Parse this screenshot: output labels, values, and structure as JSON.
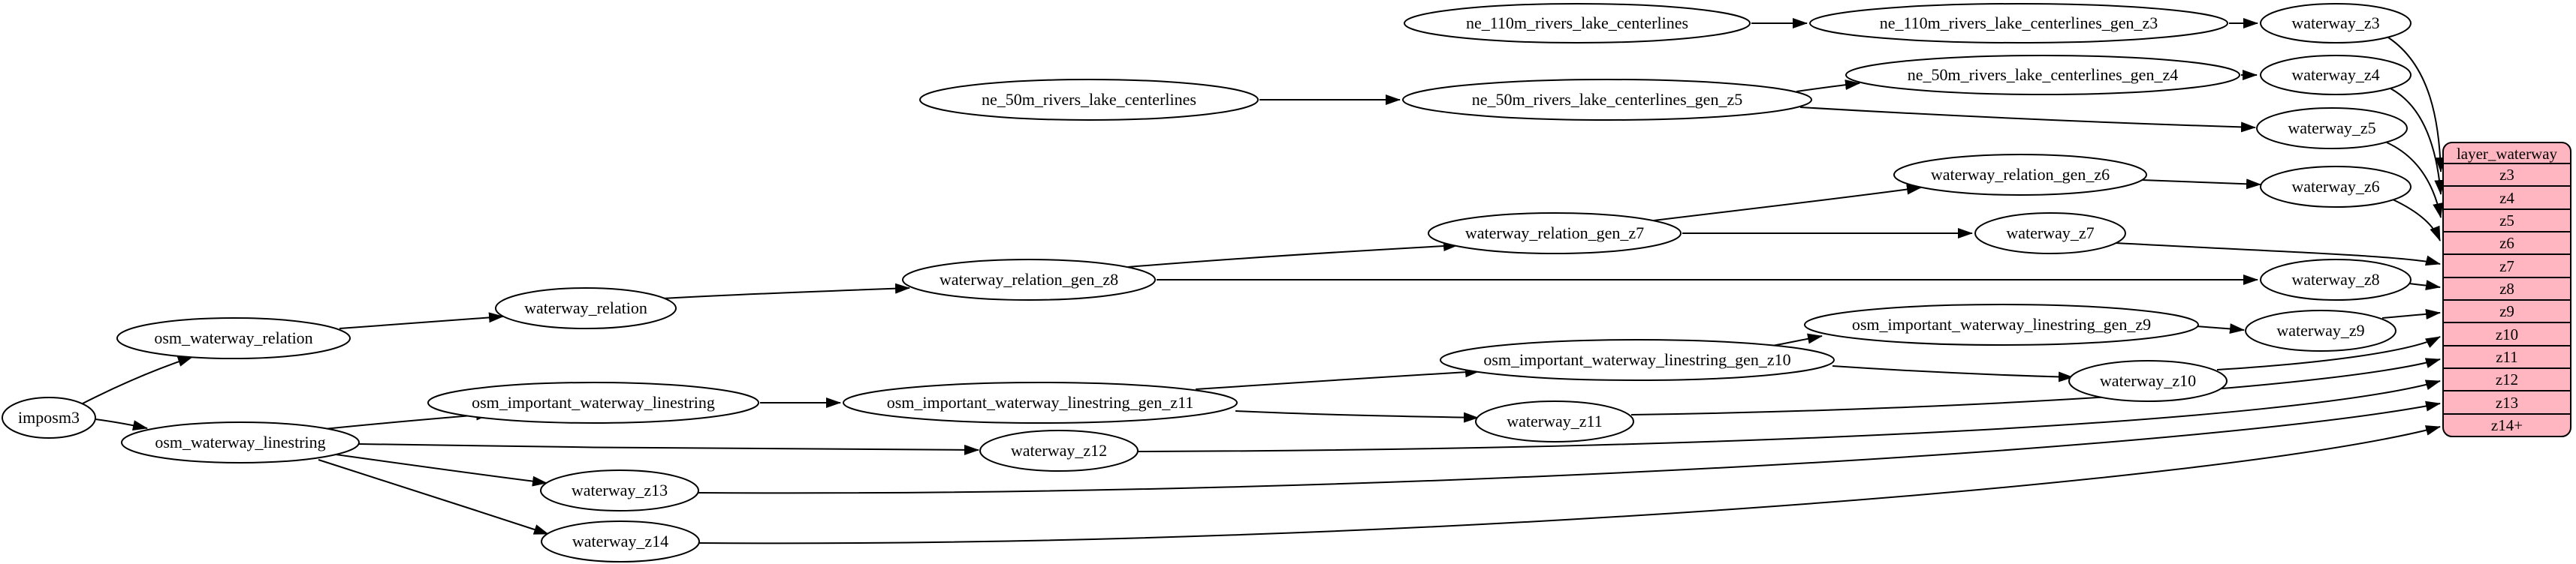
{
  "diagram": {
    "type": "dependency-graph",
    "background": "#ffffff",
    "colors": {
      "node_fill": "#ffffff",
      "node_stroke": "#000000",
      "edge_stroke": "#000000",
      "record_fill": "#ffb6c1"
    }
  },
  "nodes": {
    "imposm3": {
      "label": "imposm3"
    },
    "osm_waterway_relation": {
      "label": "osm_waterway_relation"
    },
    "osm_waterway_linestring": {
      "label": "osm_waterway_linestring"
    },
    "waterway_relation": {
      "label": "waterway_relation"
    },
    "waterway_relation_gen_z8": {
      "label": "waterway_relation_gen_z8"
    },
    "waterway_relation_gen_z7": {
      "label": "waterway_relation_gen_z7"
    },
    "waterway_relation_gen_z6": {
      "label": "waterway_relation_gen_z6"
    },
    "osm_important_waterway_linestring": {
      "label": "osm_important_waterway_linestring"
    },
    "osm_important_waterway_linestring_gen_z11": {
      "label": "osm_important_waterway_linestring_gen_z11"
    },
    "osm_important_waterway_linestring_gen_z10": {
      "label": "osm_important_waterway_linestring_gen_z10"
    },
    "osm_important_waterway_linestring_gen_z9": {
      "label": "osm_important_waterway_linestring_gen_z9"
    },
    "ne_110m_rivers_lake_centerlines": {
      "label": "ne_110m_rivers_lake_centerlines"
    },
    "ne_110m_rivers_lake_centerlines_gen_z3": {
      "label": "ne_110m_rivers_lake_centerlines_gen_z3"
    },
    "ne_50m_rivers_lake_centerlines": {
      "label": "ne_50m_rivers_lake_centerlines"
    },
    "ne_50m_rivers_lake_centerlines_gen_z5": {
      "label": "ne_50m_rivers_lake_centerlines_gen_z5"
    },
    "ne_50m_rivers_lake_centerlines_gen_z4": {
      "label": "ne_50m_rivers_lake_centerlines_gen_z4"
    },
    "waterway_z3": {
      "label": "waterway_z3"
    },
    "waterway_z4": {
      "label": "waterway_z4"
    },
    "waterway_z5": {
      "label": "waterway_z5"
    },
    "waterway_z6": {
      "label": "waterway_z6"
    },
    "waterway_z7": {
      "label": "waterway_z7"
    },
    "waterway_z8": {
      "label": "waterway_z8"
    },
    "waterway_z9": {
      "label": "waterway_z9"
    },
    "waterway_z10": {
      "label": "waterway_z10"
    },
    "waterway_z11": {
      "label": "waterway_z11"
    },
    "waterway_z12": {
      "label": "waterway_z12"
    },
    "waterway_z13": {
      "label": "waterway_z13"
    },
    "waterway_z14": {
      "label": "waterway_z14"
    }
  },
  "record": {
    "title": "layer_waterway",
    "rows": [
      "z3",
      "z4",
      "z5",
      "z6",
      "z7",
      "z8",
      "z9",
      "z10",
      "z11",
      "z12",
      "z13",
      "z14+"
    ]
  },
  "edges": [
    {
      "from": "imposm3",
      "to": "osm_waterway_relation"
    },
    {
      "from": "imposm3",
      "to": "osm_waterway_linestring"
    },
    {
      "from": "osm_waterway_relation",
      "to": "waterway_relation"
    },
    {
      "from": "waterway_relation",
      "to": "waterway_relation_gen_z8"
    },
    {
      "from": "waterway_relation_gen_z8",
      "to": "waterway_relation_gen_z7"
    },
    {
      "from": "waterway_relation_gen_z8",
      "to": "waterway_z8"
    },
    {
      "from": "waterway_relation_gen_z7",
      "to": "waterway_relation_gen_z6"
    },
    {
      "from": "waterway_relation_gen_z7",
      "to": "waterway_z7"
    },
    {
      "from": "waterway_relation_gen_z6",
      "to": "waterway_z6"
    },
    {
      "from": "ne_110m_rivers_lake_centerlines",
      "to": "ne_110m_rivers_lake_centerlines_gen_z3"
    },
    {
      "from": "ne_110m_rivers_lake_centerlines_gen_z3",
      "to": "waterway_z3"
    },
    {
      "from": "ne_50m_rivers_lake_centerlines",
      "to": "ne_50m_rivers_lake_centerlines_gen_z5"
    },
    {
      "from": "ne_50m_rivers_lake_centerlines_gen_z5",
      "to": "ne_50m_rivers_lake_centerlines_gen_z4"
    },
    {
      "from": "ne_50m_rivers_lake_centerlines_gen_z5",
      "to": "waterway_z5"
    },
    {
      "from": "ne_50m_rivers_lake_centerlines_gen_z4",
      "to": "waterway_z4"
    },
    {
      "from": "osm_waterway_linestring",
      "to": "osm_important_waterway_linestring"
    },
    {
      "from": "osm_waterway_linestring",
      "to": "waterway_z12"
    },
    {
      "from": "osm_waterway_linestring",
      "to": "waterway_z13"
    },
    {
      "from": "osm_waterway_linestring",
      "to": "waterway_z14"
    },
    {
      "from": "osm_important_waterway_linestring",
      "to": "osm_important_waterway_linestring_gen_z11"
    },
    {
      "from": "osm_important_waterway_linestring_gen_z11",
      "to": "osm_important_waterway_linestring_gen_z10"
    },
    {
      "from": "osm_important_waterway_linestring_gen_z11",
      "to": "waterway_z11"
    },
    {
      "from": "osm_important_waterway_linestring_gen_z10",
      "to": "osm_important_waterway_linestring_gen_z9"
    },
    {
      "from": "osm_important_waterway_linestring_gen_z10",
      "to": "waterway_z10"
    },
    {
      "from": "osm_important_waterway_linestring_gen_z9",
      "to": "waterway_z9"
    },
    {
      "from": "waterway_z3",
      "to": "layer_waterway.z3"
    },
    {
      "from": "waterway_z4",
      "to": "layer_waterway.z4"
    },
    {
      "from": "waterway_z5",
      "to": "layer_waterway.z5"
    },
    {
      "from": "waterway_z6",
      "to": "layer_waterway.z6"
    },
    {
      "from": "waterway_z7",
      "to": "layer_waterway.z7"
    },
    {
      "from": "waterway_z8",
      "to": "layer_waterway.z8"
    },
    {
      "from": "waterway_z9",
      "to": "layer_waterway.z9"
    },
    {
      "from": "waterway_z10",
      "to": "layer_waterway.z10"
    },
    {
      "from": "waterway_z11",
      "to": "layer_waterway.z11"
    },
    {
      "from": "waterway_z12",
      "to": "layer_waterway.z12"
    },
    {
      "from": "waterway_z13",
      "to": "layer_waterway.z13"
    },
    {
      "from": "waterway_z14",
      "to": "layer_waterway.z14+"
    }
  ]
}
